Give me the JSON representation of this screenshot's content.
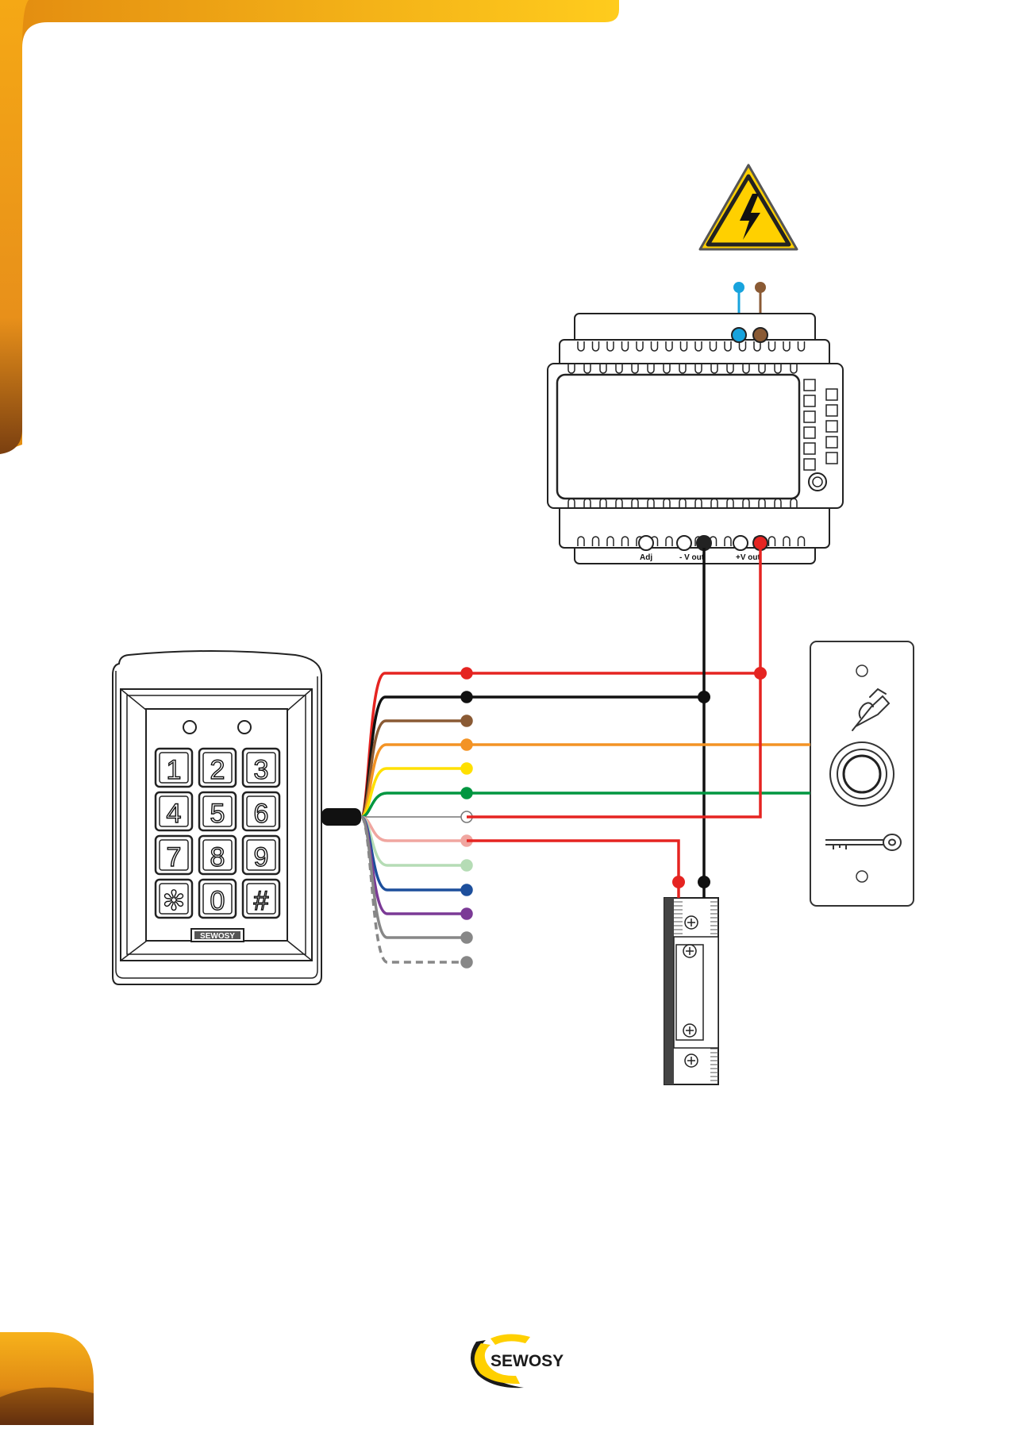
{
  "brand": {
    "keypad_badge": "SEWOSY",
    "footer_logo_text": "SEWOSY"
  },
  "keypad": {
    "keys": [
      "1",
      "2",
      "3",
      "4",
      "5",
      "6",
      "7",
      "8",
      "9",
      "✻",
      "0",
      "#"
    ]
  },
  "power_supply": {
    "terminal_labels": {
      "adj": "Adj",
      "v_minus": "- V out",
      "v_plus": "+V out"
    }
  },
  "wire_colors": {
    "red": "#e52421",
    "black": "#111111",
    "brown": "#8a5a34",
    "orange": "#f39325",
    "yellow": "#ffe000",
    "green": "#009640",
    "white": "#ffffff",
    "pink": "#f0a6a0",
    "light_green": "#b5dcb5",
    "blue": "#1d4f9c",
    "purple": "#7b3a96",
    "grey": "#878787",
    "grey_dashed": "#878787",
    "mains_blue": "#18a3dd",
    "mains_brown": "#8a5a34"
  },
  "theme": {
    "accent_orange": "#f7b21b",
    "accent_dark": "#e38c10",
    "warning_yellow": "#ffd000"
  }
}
